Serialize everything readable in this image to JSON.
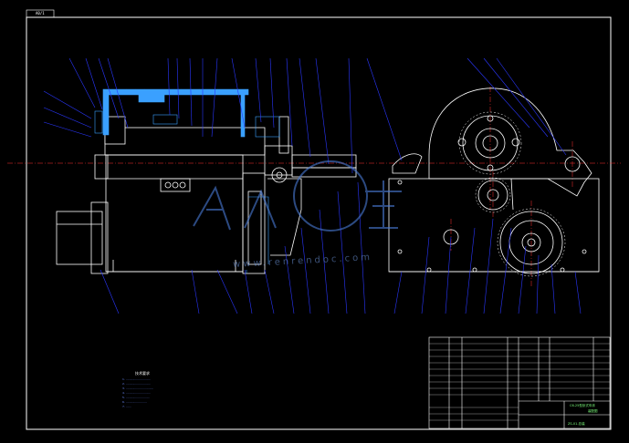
{
  "drawing": {
    "sheet_tag": "A0/1",
    "watermark_url": "www.renrendoc.com",
    "watermark_logo": "人人文库",
    "tech_notes_title": "技术要求",
    "tech_notes_lines": [
      "1. ............................",
      "2. ............................",
      "3. ................................",
      "4. ............................",
      "5. ...........................",
      "6. ........................",
      "7. ......"
    ],
    "title_block": {
      "drawing_name": "C6-25型卧式车床",
      "drawing_code": "装配图",
      "number": "ZS-01-总装"
    },
    "colors": {
      "background": "#000000",
      "frame": "#ffffff",
      "outline": "#ffffff",
      "leader": "#2a37ff",
      "center": "#ff3333",
      "highlight": "#3aa0ff",
      "watermark": "#4a7cd8"
    }
  }
}
